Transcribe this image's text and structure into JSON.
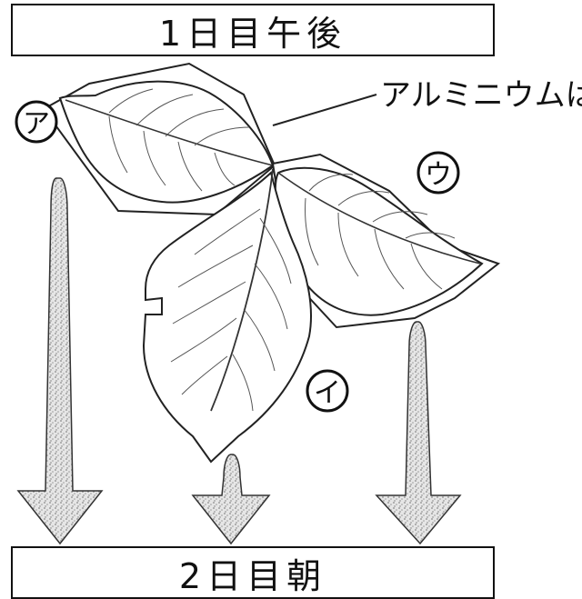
{
  "header": {
    "label": "1日目午後"
  },
  "footer": {
    "label": "2日目朝"
  },
  "callout": {
    "text": "アルミニウムはく"
  },
  "markers": {
    "a": "ア",
    "b": "イ",
    "c": "ウ"
  }
}
